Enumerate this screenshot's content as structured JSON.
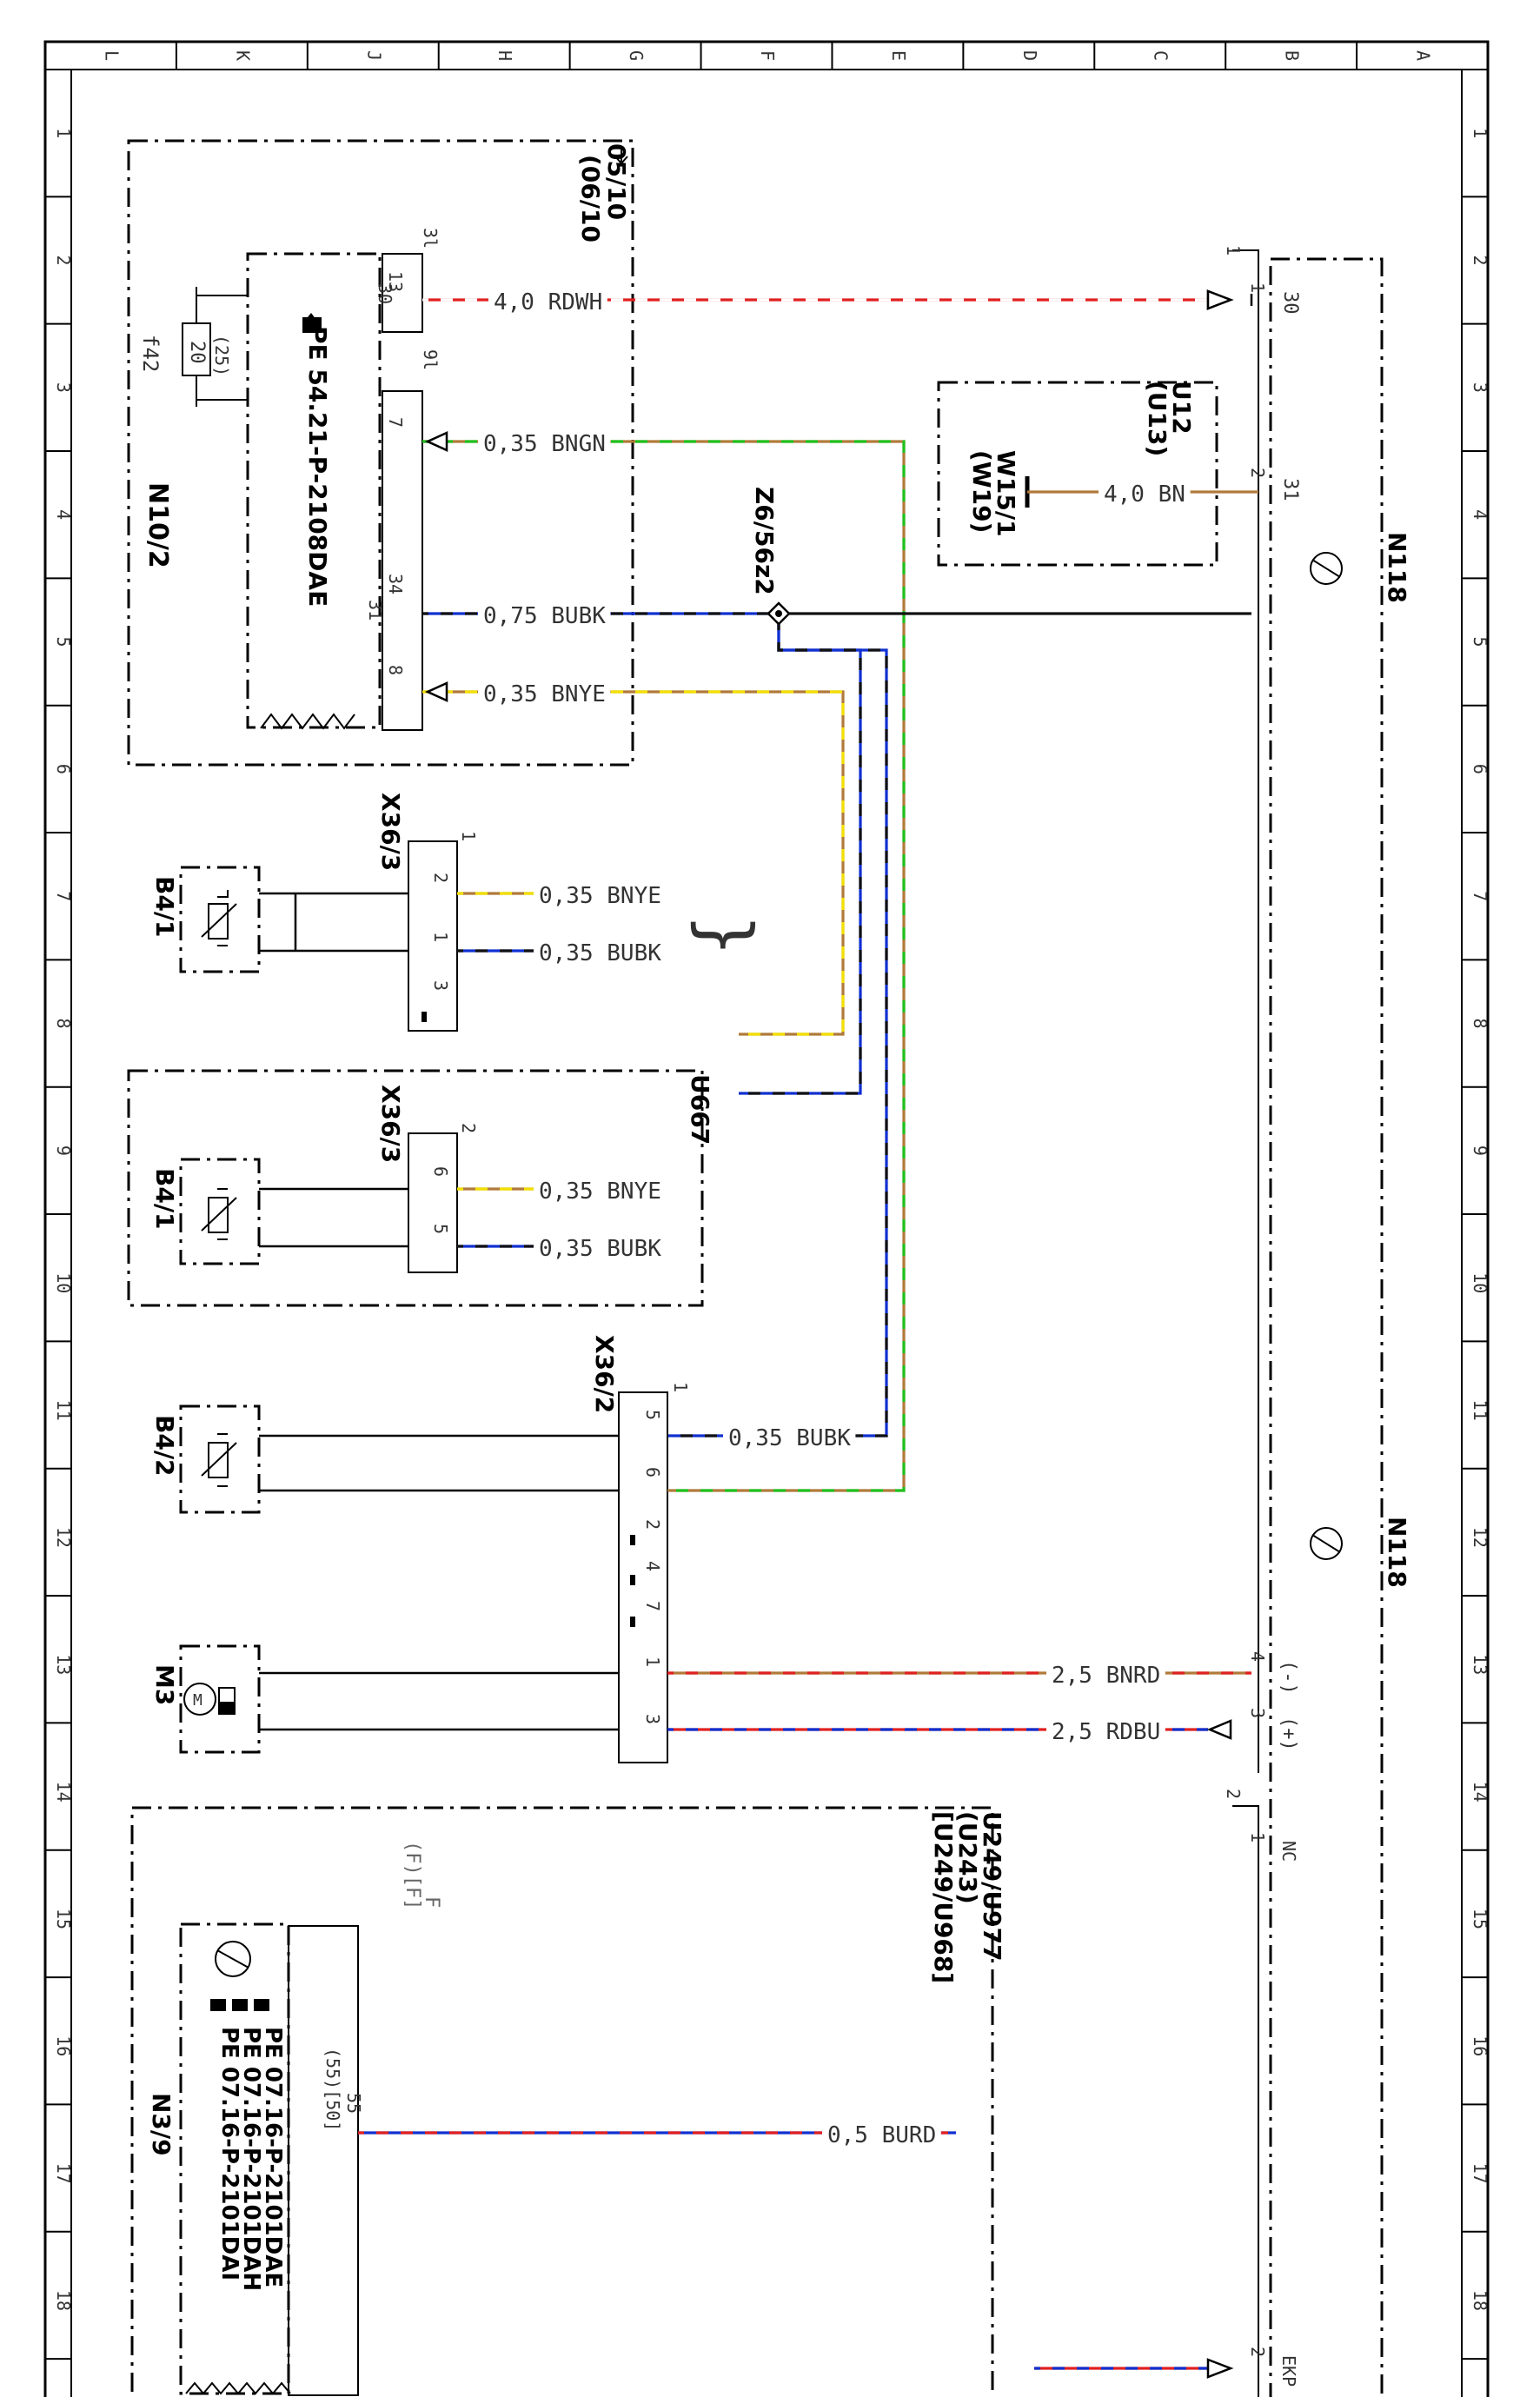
{
  "grid": {
    "cols": [
      "L",
      "K",
      "J",
      "H",
      "G",
      "F",
      "E",
      "D",
      "C",
      "B",
      "A"
    ],
    "rows": [
      "1",
      "2",
      "3",
      "4",
      "5",
      "6",
      "7",
      "8",
      "9",
      "10",
      "11",
      "12",
      "13",
      "14",
      "15",
      "16",
      "17",
      "18"
    ]
  },
  "components": {
    "n10_2": {
      "name": "N10/2",
      "ref": "PE 54.21-P-2108DAE",
      "fuse": "f42",
      "fuse_rating": "20",
      "fuse_pos": "(25)",
      "pins": {
        "p13": "13",
        "p30": "30",
        "p7": "7",
        "p34": "34",
        "p31": "31",
        "p8": "8",
        "t3l": "3l",
        "t9l": "9l"
      },
      "page_ref_a": "05/10",
      "page_ref_b": "(06/10"
    },
    "n118_top": {
      "name": "N118",
      "pin1": "1",
      "pin30": "30",
      "pin2": "2",
      "pin31": "31"
    },
    "n118_bottom": {
      "name": "N118",
      "pin4": "4",
      "minus": "(-)",
      "pin3": "3",
      "plus": "(+)",
      "pin2": "2",
      "pin1": "1",
      "nc": "NC",
      "pin2b": "2",
      "ekp": "EKP"
    },
    "w15_1": {
      "name": "W15/1",
      "alt": "(W19)",
      "variants": "U12",
      "variants2": "(U13)"
    },
    "splice": {
      "name": "Z6/56z2"
    },
    "b4_1_a": {
      "name": "B4/1",
      "connector": "X36/3",
      "conn_num": "1",
      "pin2": "2",
      "pin1": "1",
      "pin3": "3"
    },
    "b4_1_b": {
      "name": "B4/1",
      "connector": "X36/3",
      "conn_num": "2",
      "pin6": "6",
      "pin5": "5",
      "variant": "U667"
    },
    "b4_2": {
      "name": "B4/2"
    },
    "x36_2": {
      "name": "X36/2",
      "conn_num": "1",
      "pin5": "5",
      "pin6": "6",
      "pin2": "2",
      "pin4": "4",
      "pin7": "7",
      "pin1": "1",
      "pin3": "3"
    },
    "m3": {
      "name": "M3"
    },
    "n3_9": {
      "name": "N3/9",
      "ref1": "PE 07.16-P-2101DAE",
      "ref2": "PE 07.16-P-2101DAH",
      "ref3": "PE 07.16-P-2101DAI",
      "pin55": "55",
      "pin_alt": "(55)[50]",
      "fuse_f": "F",
      "fuse_f_alt": "(F)[F]",
      "variants": [
        "U249/U977",
        "(U243)",
        "[U249/U968]"
      ]
    }
  },
  "wires": {
    "w1": "4,0 RDWH",
    "w2": "0,35 BNGN",
    "w3": "4,0 BN",
    "w4": "0,75 BUBK",
    "w5": "0,35 BNYE",
    "w6": "0,35 BNYE",
    "w7": "0,35 BUBK",
    "w8": "0,35 BNYE",
    "w9": "0,35 BUBK",
    "w10": "0,35 BUBK",
    "w11": "2,5 BNRD",
    "w12": "2,5 RDBU",
    "w13": "0,5 BURD"
  },
  "colors": {
    "red": "#e02020",
    "white": "#ffffff",
    "brown": "#b07a3a",
    "green": "#1fc21f",
    "blue": "#1030d0",
    "black": "#111111",
    "yellow": "#f2e100"
  }
}
